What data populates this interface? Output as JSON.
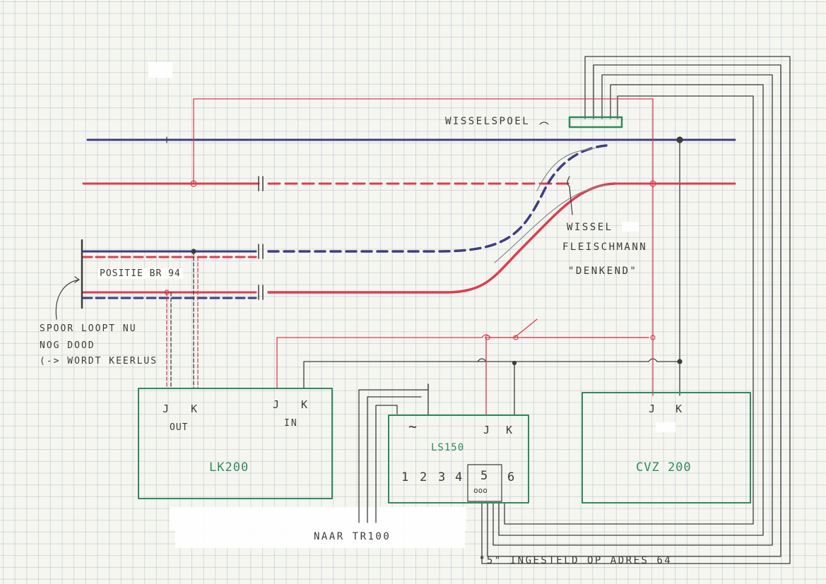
{
  "labels": {
    "wisselspoel": "WISSELSPOEL",
    "wissel": "WISSEL",
    "fleischmann": "FLEISCHMANN",
    "denkend": "\"DENKEND\"",
    "positie": "POSITIE BR 94",
    "spoor_line1": "SPOOR LOOPT NU",
    "spoor_line2": "NOG DOOD",
    "spoor_line3": "(-> WORDT KEERLUS",
    "naar_tr100": "NAAR TR100",
    "ingesteld": "\"5\" INGESTELD OP ADRES 64"
  },
  "modules": {
    "lk200": {
      "name": "LK200",
      "t1": "J",
      "t2": "K",
      "out": "OUT",
      "t3": "J",
      "t4": "K",
      "in": "IN"
    },
    "ls150": {
      "name": "LS150",
      "ac": "~",
      "t1": "J",
      "t2": "K",
      "o1": "1",
      "o2": "2",
      "o3": "3",
      "o4": "4",
      "o5": "5",
      "o6": "6",
      "pins": "ooo"
    },
    "cvz200": {
      "name": "CVZ 200",
      "t1": "J",
      "t2": "K"
    }
  },
  "colors": {
    "blue": "#3e3d84",
    "red": "#dd3d4e",
    "green": "#2e8a5b",
    "black": "#3c3c3c",
    "grey": "#8a8a8a"
  }
}
